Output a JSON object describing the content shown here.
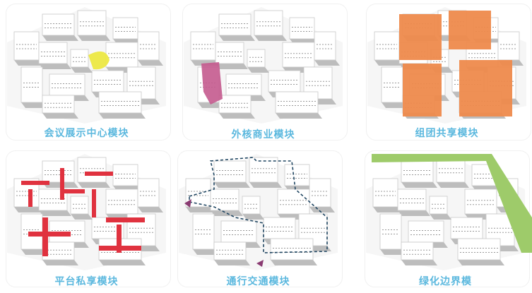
{
  "panels": [
    {
      "label": "会议展示中心模块",
      "highlight": "conference",
      "color": "#ece83a"
    },
    {
      "label": "外核商业模块",
      "highlight": "commercial",
      "color": "#c45a8e"
    },
    {
      "label": "组团共享模块",
      "highlight": "cluster",
      "color": "#ee8a4c"
    },
    {
      "label": "平台私享模块",
      "highlight": "platform",
      "color": "#e0323f"
    },
    {
      "label": "通行交通模块",
      "highlight": "circulation",
      "color": "#1f4561"
    },
    {
      "label": "绿化边界模",
      "highlight": "green-edge",
      "color": "#9ecb6a"
    }
  ]
}
